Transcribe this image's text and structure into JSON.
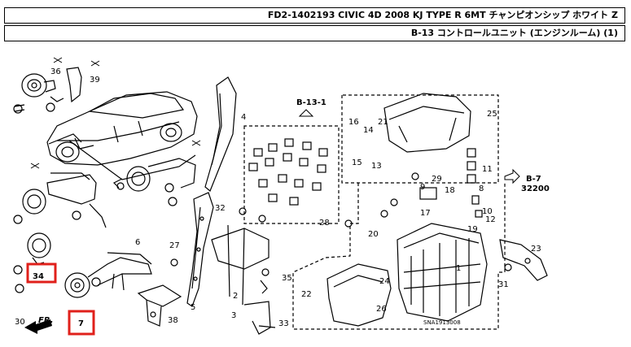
{
  "header": {
    "model_line": "FD2-1402193 CIVIC 4D 2008 KJ TYPE R 6MT チャンピオンシップ ホワイト Z",
    "section_line": "B-13 コントロールユニット (エンジンルーム) (1)"
  },
  "diagram": {
    "ref_inset": "B-13-1",
    "ref_b7": "B-7",
    "ref_b7_part": "32200",
    "arrow_label": "FR.",
    "code": "SNA1913008",
    "callouts": [
      "1",
      "2",
      "3",
      "4",
      "5",
      "6",
      "7",
      "8",
      "9",
      "10",
      "11",
      "12",
      "13",
      "14",
      "15",
      "16",
      "17",
      "18",
      "19",
      "20",
      "21",
      "22",
      "23",
      "24",
      "25",
      "26",
      "27",
      "28",
      "29",
      "30",
      "31",
      "32",
      "33",
      "34",
      "35",
      "36",
      "38",
      "39"
    ],
    "highlighted": [
      "34",
      "7"
    ]
  },
  "colors": {
    "highlight": "#e0201b",
    "line": "#000000"
  }
}
